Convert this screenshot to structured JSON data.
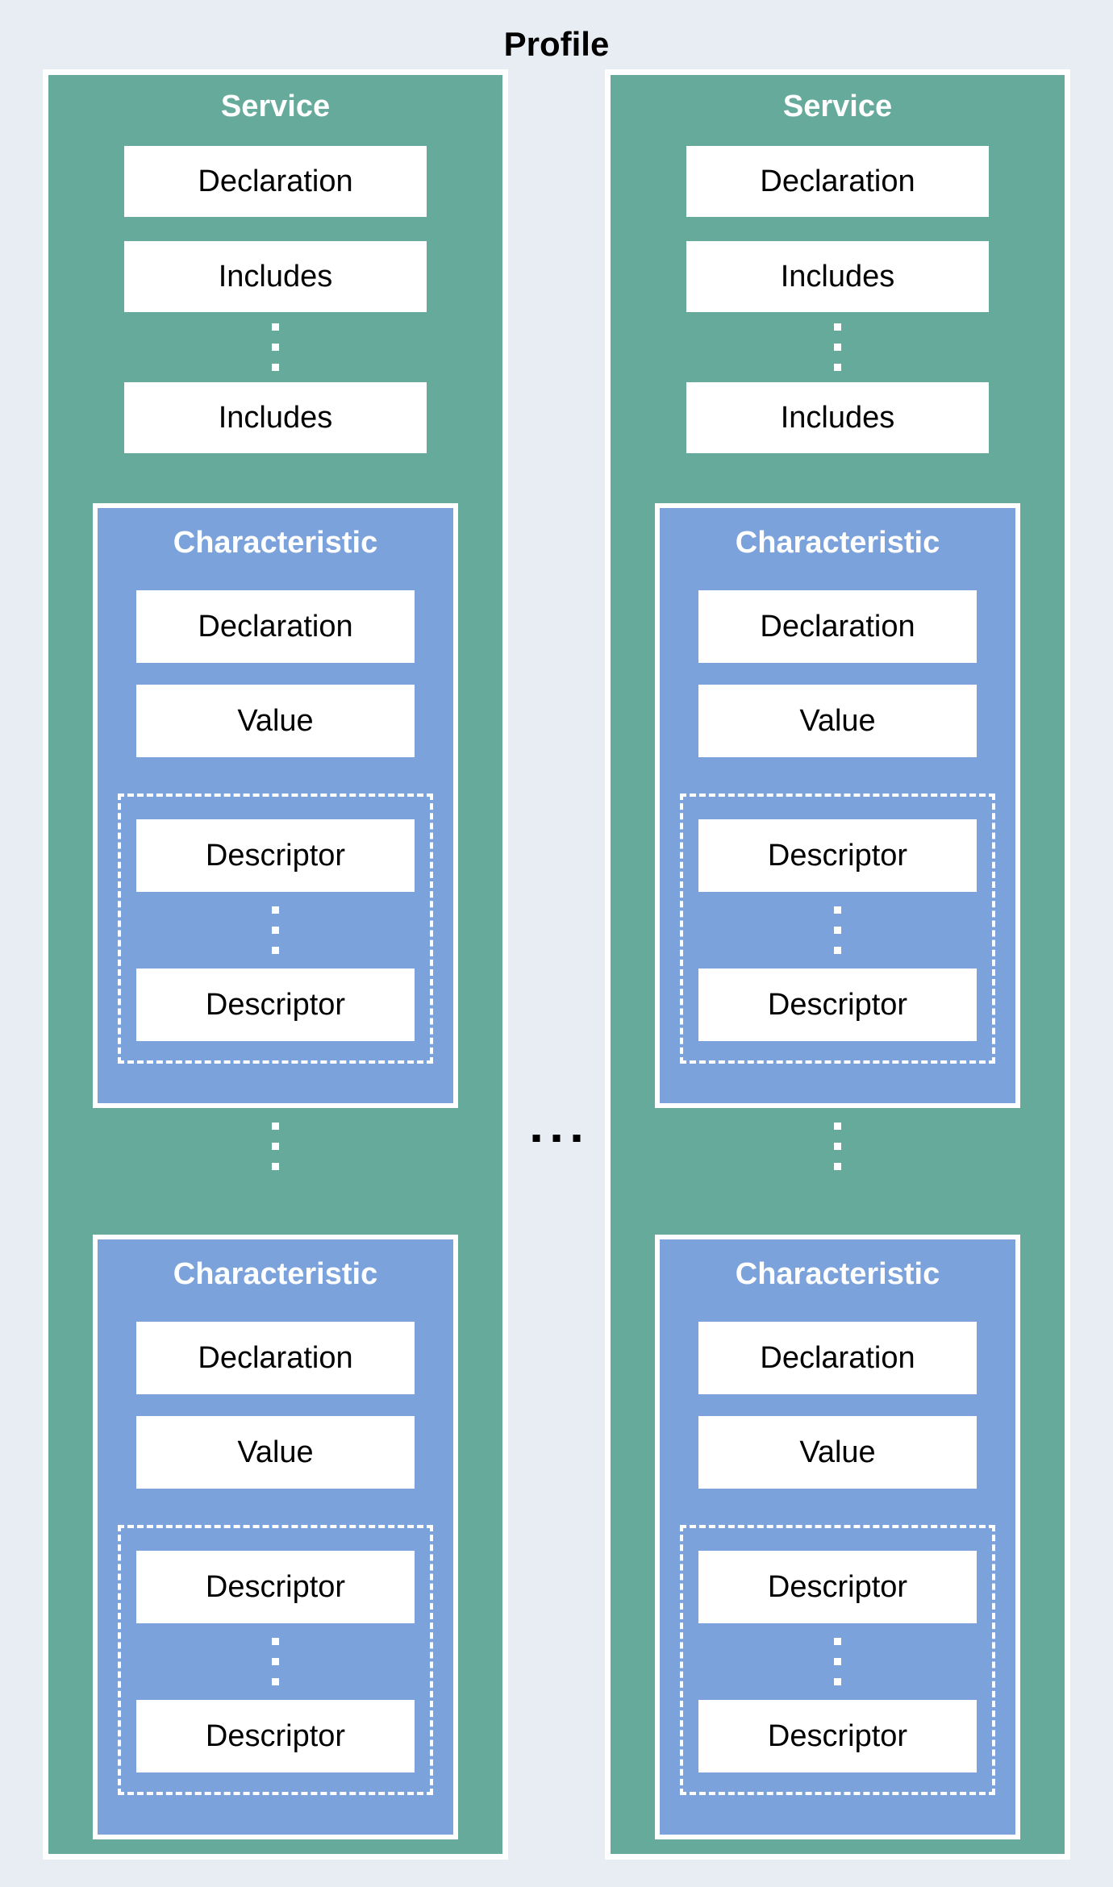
{
  "title": "Profile",
  "colors": {
    "background": "#E8EDF4",
    "service_fill": "#65AA9A",
    "characteristic_fill": "#7CA2DC",
    "box_fill": "#FFFFFF",
    "border_light": "#FFFFFF",
    "text_dark": "#000000",
    "text_light": "#FFFFFF"
  },
  "services": [
    {
      "title": "Service",
      "declaration": "Declaration",
      "includes": [
        "Includes",
        "Includes"
      ],
      "characteristics": [
        {
          "title": "Characteristic",
          "declaration": "Declaration",
          "value": "Value",
          "descriptors": [
            "Descriptor",
            "Descriptor"
          ]
        },
        {
          "title": "Characteristic",
          "declaration": "Declaration",
          "value": "Value",
          "descriptors": [
            "Descriptor",
            "Descriptor"
          ]
        }
      ]
    },
    {
      "title": "Service",
      "declaration": "Declaration",
      "includes": [
        "Includes",
        "Includes"
      ],
      "characteristics": [
        {
          "title": "Characteristic",
          "declaration": "Declaration",
          "value": "Value",
          "descriptors": [
            "Descriptor",
            "Descriptor"
          ]
        },
        {
          "title": "Characteristic",
          "declaration": "Declaration",
          "value": "Value",
          "descriptors": [
            "Descriptor",
            "Descriptor"
          ]
        }
      ]
    }
  ]
}
